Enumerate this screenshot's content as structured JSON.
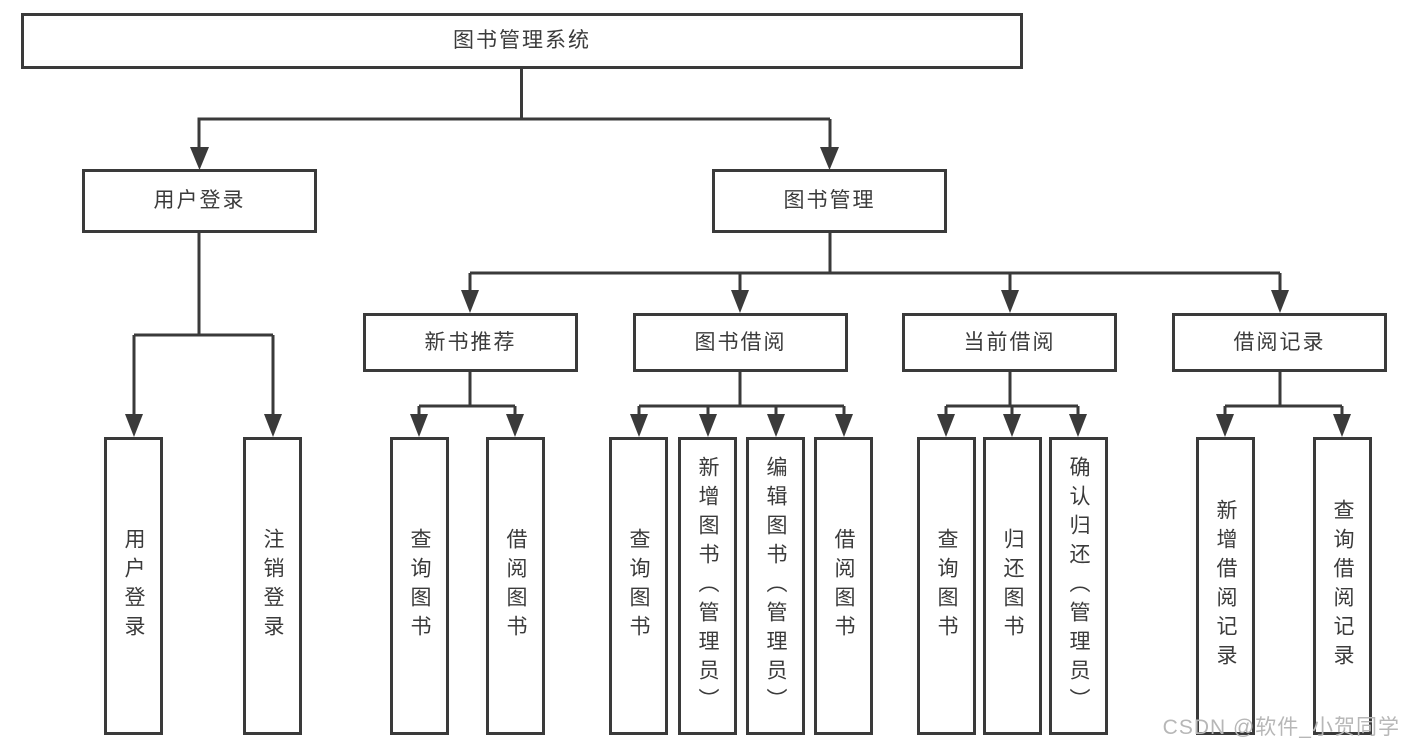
{
  "tree": {
    "root": {
      "label": "图书管理系统"
    },
    "level2": [
      {
        "label": "用户登录",
        "leaves": [
          "用户登录",
          "注销登录"
        ]
      },
      {
        "label": "图书管理",
        "groups": [
          {
            "label": "新书推荐",
            "leaves": [
              "查询图书",
              "借阅图书"
            ]
          },
          {
            "label": "图书借阅",
            "leaves": [
              "查询图书",
              "新增图书（管理员）",
              "编辑图书（管理员）",
              "借阅图书"
            ]
          },
          {
            "label": "当前借阅",
            "leaves": [
              "查询图书",
              "归还图书",
              "确认归还（管理员）"
            ]
          },
          {
            "label": "借阅记录",
            "leaves": [
              "新增借阅记录",
              "查询借阅记录"
            ]
          }
        ]
      }
    ]
  },
  "watermark": {
    "text": "CSDN @软件_小贺同学"
  },
  "colors": {
    "line": "#3a3a3a",
    "text": "#3b3b3b",
    "box_background": "#ffffff",
    "watermark": "#b7b7b7",
    "page_background": "#ffffff"
  }
}
